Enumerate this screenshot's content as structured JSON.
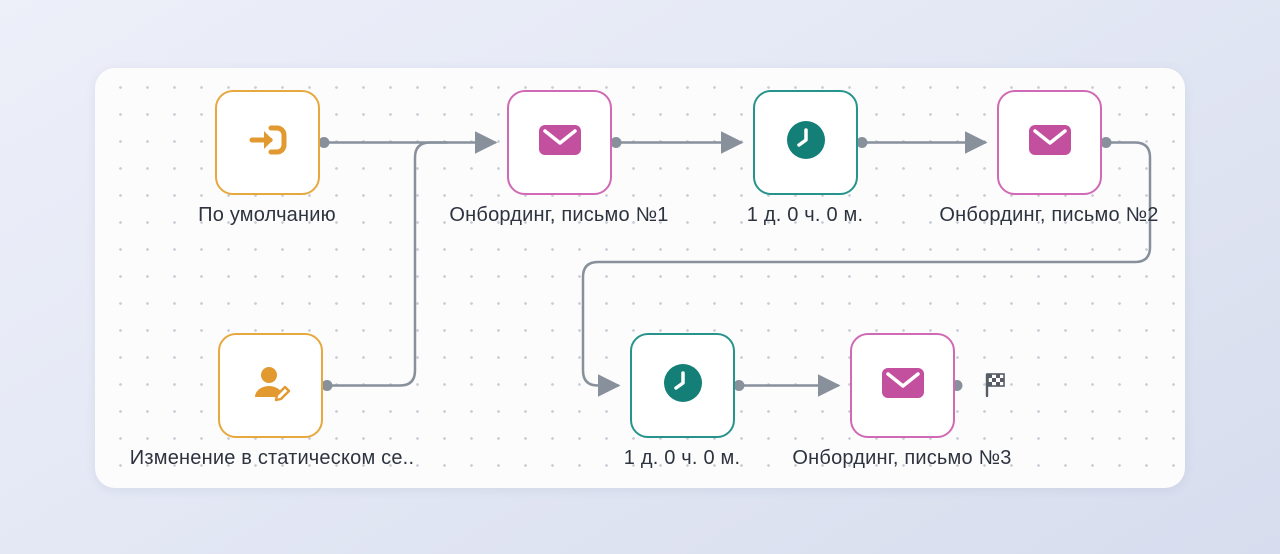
{
  "canvas": {
    "name": "workflow-canvas",
    "colors": {
      "trigger_accent": "#e7a83f",
      "email_accent": "#c2509e",
      "email_border": "#d06ab5",
      "delay_accent": "#137f77",
      "edge": "#87909b",
      "label_text": "#2d333f",
      "canvas_bg": "#fcfcfd",
      "page_bg": "#e3e8f4"
    }
  },
  "nodes": [
    {
      "id": "trigger-default",
      "type": "trigger-start",
      "icon": "sign-in-icon",
      "label": "По умолчанию"
    },
    {
      "id": "email-1",
      "type": "email",
      "icon": "envelope-icon",
      "label": "Онбординг, письмо №1"
    },
    {
      "id": "delay-1",
      "type": "delay",
      "icon": "clock-icon",
      "label": "1 д. 0 ч. 0 м."
    },
    {
      "id": "email-2",
      "type": "email",
      "icon": "envelope-icon",
      "label": "Онбординг, письмо №2"
    },
    {
      "id": "trigger-segment",
      "type": "trigger-segment",
      "icon": "person-edit-icon",
      "label": "Изменение в статическом се.."
    },
    {
      "id": "delay-2",
      "type": "delay",
      "icon": "clock-icon",
      "label": "1 д. 0 ч. 0 м."
    },
    {
      "id": "email-3",
      "type": "email",
      "icon": "envelope-icon",
      "label": "Онбординг, письмо №3"
    }
  ],
  "edges": [
    {
      "from": "trigger-default",
      "to": "email-1"
    },
    {
      "from": "trigger-segment",
      "to": "email-1"
    },
    {
      "from": "email-1",
      "to": "delay-1"
    },
    {
      "from": "delay-1",
      "to": "email-2"
    },
    {
      "from": "email-2",
      "to": "delay-2"
    },
    {
      "from": "delay-2",
      "to": "email-3"
    },
    {
      "from": "email-3",
      "to": "finish-flag"
    }
  ],
  "finish": {
    "icon": "finish-flag-icon"
  }
}
